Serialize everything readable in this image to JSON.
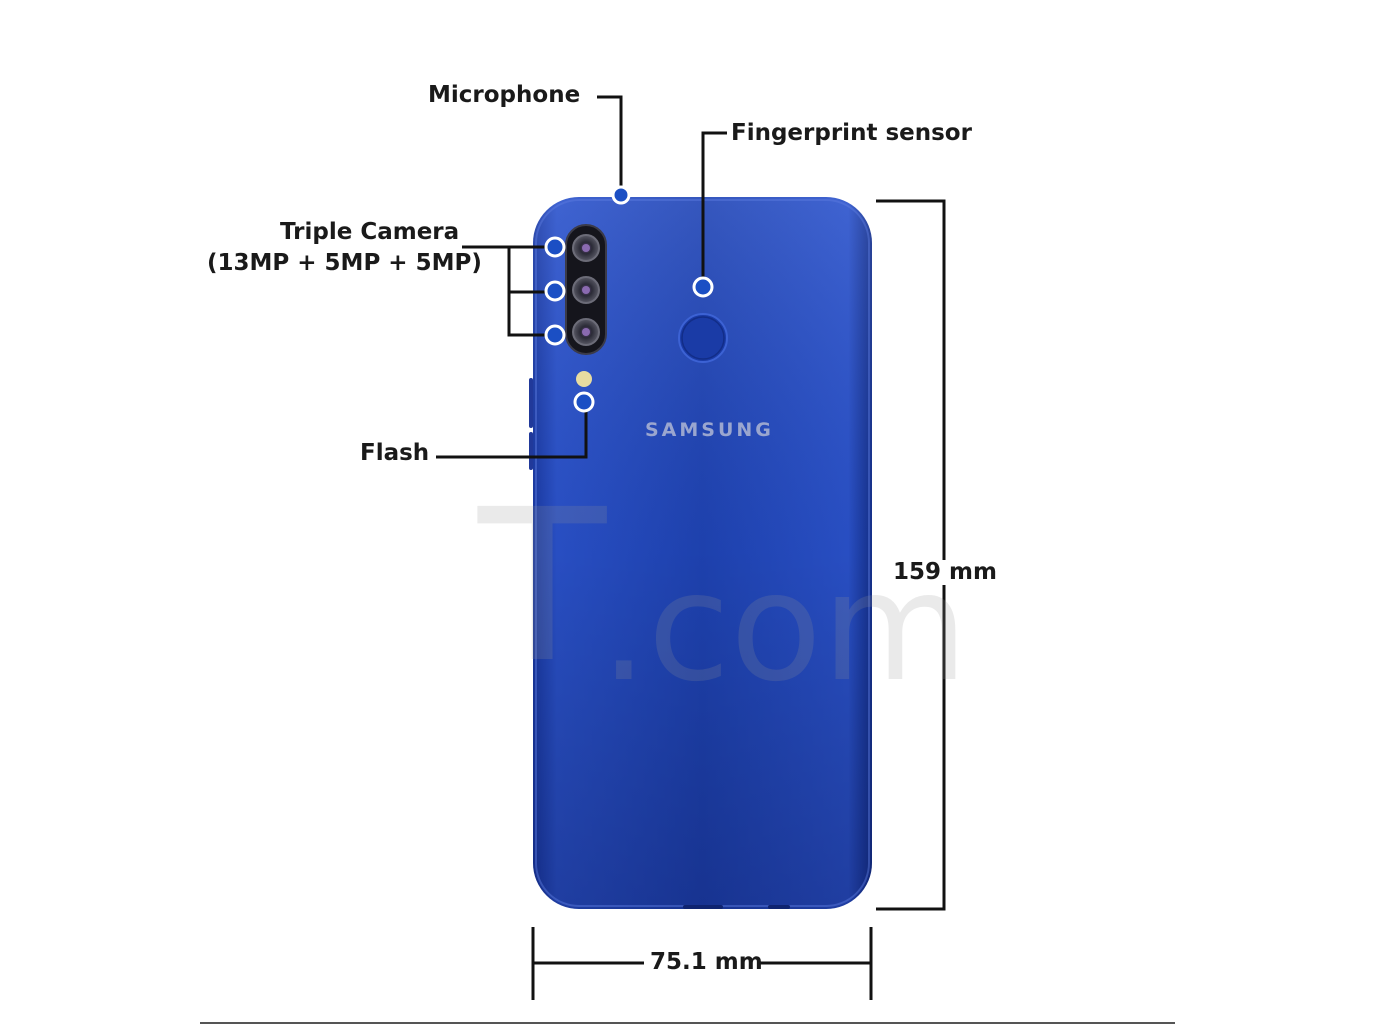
{
  "labels": {
    "microphone": "Microphone",
    "fingerprint": "Fingerprint sensor",
    "camera_title": "Triple Camera",
    "camera_detail": "(13MP + 5MP + 5MP)",
    "flash": "Flash",
    "height": "159 mm",
    "width": "75.1 mm"
  },
  "phone": {
    "brand": "SAMSUNG",
    "body_color": "#1c3fb0"
  },
  "watermark": {
    "letter": "T",
    "domain": ".com"
  },
  "colors": {
    "marker_fill": "#1b4fc4",
    "line": "#111111"
  }
}
